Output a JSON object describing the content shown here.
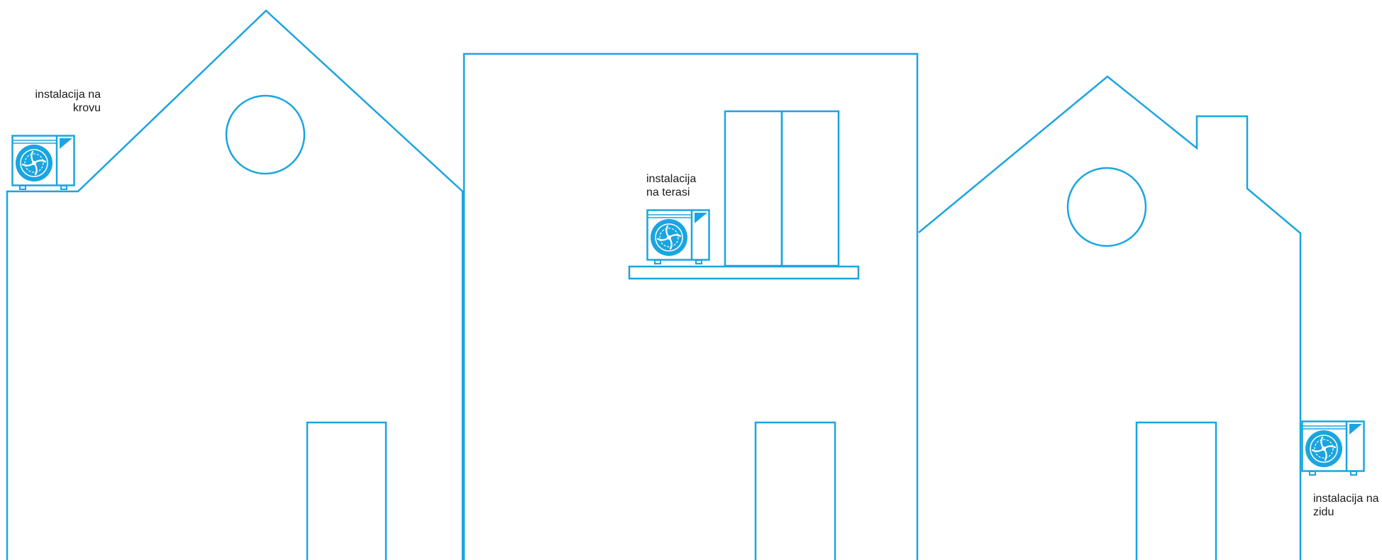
{
  "colors": {
    "line": "#1aa5e0",
    "unit_fill": "#1aa5e0",
    "unit_detail": "#ffffff",
    "text": "#1a1a1a",
    "background": "#ffffff"
  },
  "labels": {
    "roof": {
      "line1": "instalacija na",
      "line2": "krovu"
    },
    "terrace": {
      "line1": "instalacija",
      "line2": "na terasi"
    },
    "wall": {
      "line1": "instalacija na",
      "line2": "zidu"
    }
  },
  "units": [
    {
      "id": "roof",
      "icon": "heat-pump-outdoor-unit-icon"
    },
    {
      "id": "terrace",
      "icon": "heat-pump-outdoor-unit-icon"
    },
    {
      "id": "wall",
      "icon": "heat-pump-outdoor-unit-icon"
    }
  ]
}
